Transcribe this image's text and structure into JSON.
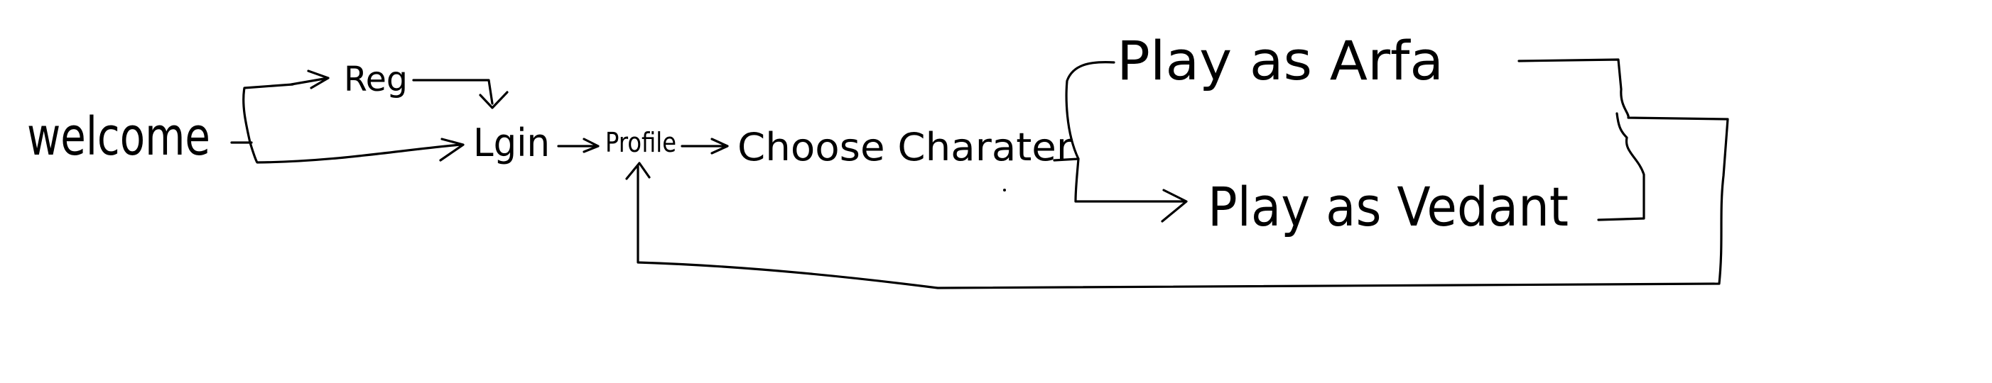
{
  "diagram": {
    "nodes": {
      "welcome": "welcome",
      "reg": "Reg",
      "login": "Lgin",
      "profile": "Profile",
      "choose_character": "Choose  Charater",
      "play_as_arfa": "Play as Arfa",
      "play_as_vedant": "Play as Vedant"
    }
  }
}
